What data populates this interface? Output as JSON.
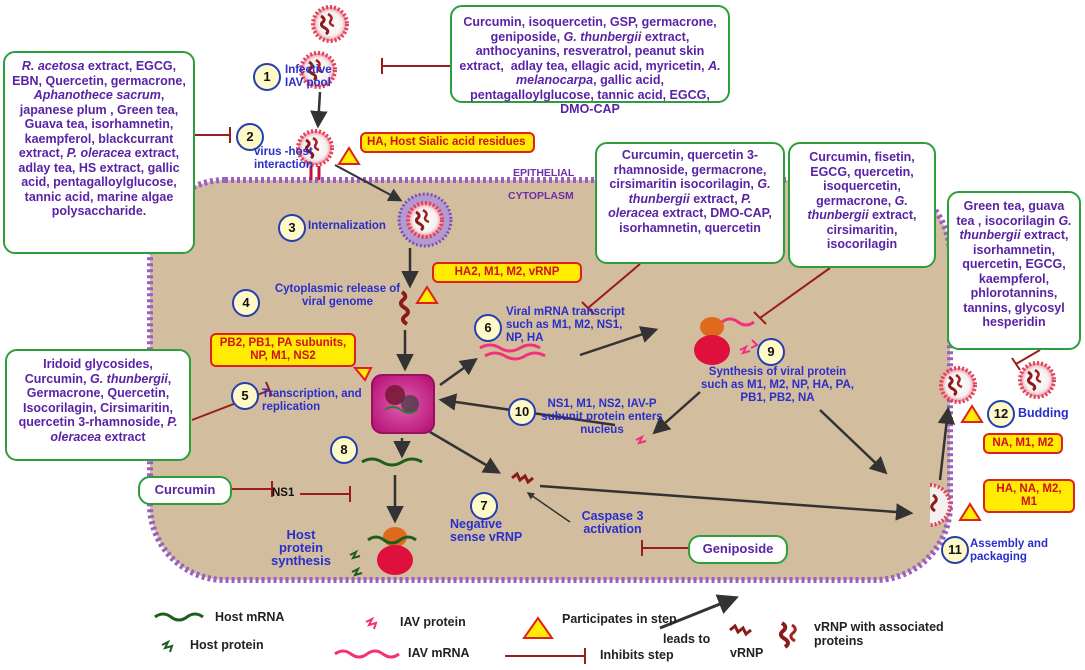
{
  "regions": {
    "epithelial": "EPITHELIAL",
    "cytoplasm": "CYTOPLASM"
  },
  "steps": [
    {
      "num": "1",
      "label": "Infective IAV pool"
    },
    {
      "num": "2",
      "label": "virus -host interaction"
    },
    {
      "num": "3",
      "label": "Internalization"
    },
    {
      "num": "4",
      "label": "Cytoplasmic release of viral genome"
    },
    {
      "num": "5",
      "label": "Transcription, and replication"
    },
    {
      "num": "6",
      "label": "Viral mRNA transcript such as M1, M2, NS1, NP, HA"
    },
    {
      "num": "7",
      "label": "Negative sense vRNP"
    },
    {
      "num": "8",
      "label": "Host protein synthesis"
    },
    {
      "num": "9",
      "label": "Synthesis of viral protein such as M1, M2, NP, HA, PA, PB1, PB2, NA"
    },
    {
      "num": "10",
      "label": "NS1, M1, NS2, IAV-P subunit protein enters nucleus"
    },
    {
      "num": "11",
      "label": "Assembly and packaging"
    },
    {
      "num": "12",
      "label": "Budding"
    }
  ],
  "participants": {
    "host_receptor": "HA, Host Sialic acid residues",
    "release": "HA2, M1, M2, vRNP",
    "replication": "PB2, PB1, PA subunits, NP, M1, NS2",
    "assembly": "HA, NA, M2, M1",
    "budding": "NA, M1, M2"
  },
  "inhibitors": {
    "step1": "Curcumin, isoquercetin, GSP, germacrone, geniposide, G. thunbergii extract, anthocyanins, resveratrol, peanut skin extract, adlay tea, ellagic acid, myricetin, A. melanocarpa, gallic acid, pentagalloylglucose, tannic acid, EGCG, DMO-CAP",
    "step2": "R. acetosa extract, EGCG, EBN, Quercetin, germacrone, Aphanothece sacrum, japanese plum , Green tea, Guava tea, isorhamnetin, kaempferol, blackcurrant extract, P. oleracea extract, adlay tea, HS extract, gallic acid, pentagalloylglucose, tannic acid, marine algae polysaccharide.",
    "step6": "Curcumin, quercetin 3-rhamnoside, germacrone, cirsimaritin isocorilagin, G. thunbergii extract, P. oleracea extract, DMO-CAP, isorhamnetin, quercetin",
    "step9": "Curcumin, fisetin, EGCG, quercetin, isoquercetin, germacrone, G. thunbergii extract, cirsimaritin, isocorilagin",
    "step12": "Green tea, guava tea , isocorilagin G. thunbergii extract, isorhamnetin, quercetin, EGCG, kaempferol, phlorotannins, tannins, glycosyl hesperidin",
    "step5": "Iridoid glycosides, Curcumin, G. thunbergii, Germacrone, Quercetin, Isocorilagin, Cirsimaritin, quercetin 3-rhamnoside, P. oleracea extract",
    "ns1": "Curcumin",
    "caspase": "Geniposide"
  },
  "small_labels": {
    "ns1": "NS1",
    "caspase": "Caspase 3 activation"
  },
  "legend": {
    "host_mrna": "Host  mRNA",
    "host_protein": "Host  protein",
    "iav_protein": "IAV  protein",
    "iav_mrna": "IAV mRNA",
    "participates": "Participates in step",
    "inhibits": "Inhibits step",
    "leads_to": "leads to",
    "vrnp": "vRNP",
    "vrnp_assoc": "vRNP with associated proteins"
  },
  "colors": {
    "cell_fill": "#d3bd9f",
    "membrane": "#9a5fc0",
    "box_border": "#2e9e3a",
    "inhibitor_text": "#5a22a6",
    "step_label": "#2a2fc9",
    "participant_fill": "#ffec00",
    "participant_border": "#e0201c",
    "inhibit_line": "#9b1c1c",
    "virus_ring": "#e0405a",
    "genome": "#8b1a1a"
  }
}
